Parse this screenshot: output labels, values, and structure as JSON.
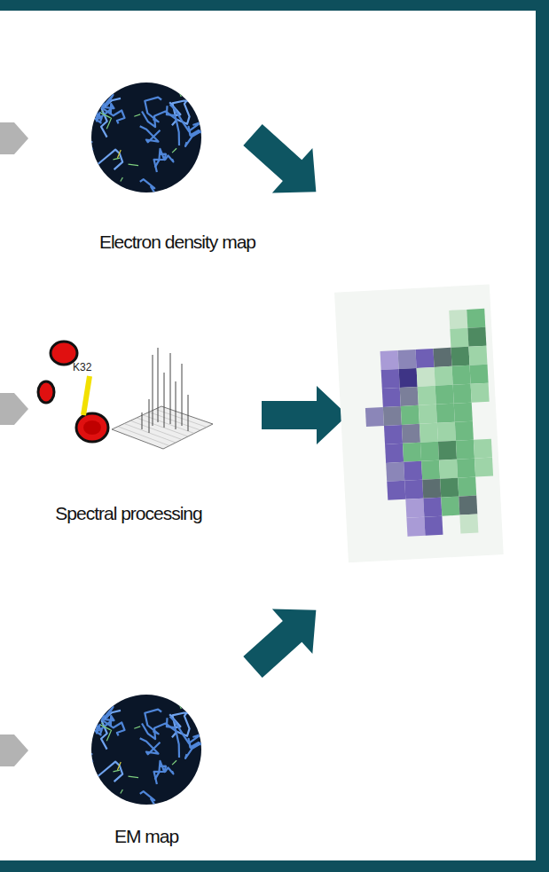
{
  "diagram": {
    "nodes": [
      {
        "text": [
          "Electron density map"
        ]
      },
      {
        "text": [
          "Spectral processing"
        ]
      },
      {
        "text": [
          "EM map"
        ]
      }
    ],
    "labels": [
      "K32"
    ]
  }
}
